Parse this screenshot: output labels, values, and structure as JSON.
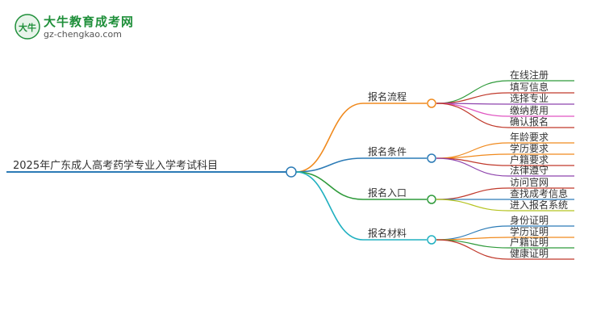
{
  "logo": {
    "brand": "大牛教育成考网",
    "domain": "gz-chengkao.com",
    "mark_text": "大牛"
  },
  "root": {
    "label": "2025年广东成人高考药学专业入学考试科目"
  },
  "branches": [
    {
      "label": "报名流程",
      "color": "#f08a1e",
      "leaves": [
        {
          "label": "在线注册",
          "color": "#2e9a3a"
        },
        {
          "label": "填写信息",
          "color": "#c0392b"
        },
        {
          "label": "选择专业",
          "color": "#8e44ad"
        },
        {
          "label": "缴纳费用",
          "color": "#e056c2"
        },
        {
          "label": "确认报名",
          "color": "#c0392b"
        }
      ]
    },
    {
      "label": "报名条件",
      "color": "#2c7bb6",
      "leaves": [
        {
          "label": "年龄要求",
          "color": "#f08a1e"
        },
        {
          "label": "学历要求",
          "color": "#f08a1e"
        },
        {
          "label": "户籍要求",
          "color": "#c0392b"
        },
        {
          "label": "法律遵守",
          "color": "#8e44ad"
        }
      ]
    },
    {
      "label": "报名入口",
      "color": "#2e9a3a",
      "leaves": [
        {
          "label": "访问官网",
          "color": "#c0392b"
        },
        {
          "label": "查找成考信息",
          "color": "#2c7bb6"
        },
        {
          "label": "进入报名系统",
          "color": "#b5c320"
        }
      ]
    },
    {
      "label": "报名材料",
      "color": "#20b0c0",
      "leaves": [
        {
          "label": "身份证明",
          "color": "#2c7bb6"
        },
        {
          "label": "学历证明",
          "color": "#f08a1e"
        },
        {
          "label": "户籍证明",
          "color": "#2e9a3a"
        },
        {
          "label": "健康证明",
          "color": "#c0392b"
        }
      ]
    }
  ]
}
